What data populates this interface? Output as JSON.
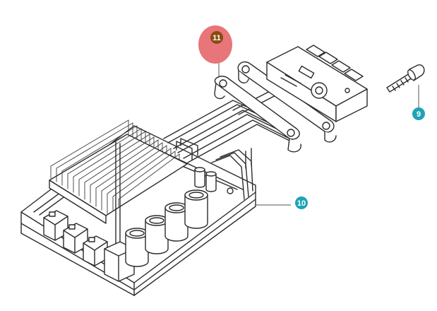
{
  "callouts": [
    {
      "label": "9",
      "color": "#1fa3b6"
    },
    {
      "label": "10",
      "color": "#1fa3b6"
    },
    {
      "label": "11",
      "color": "#8a4b12",
      "highlight_color": "#e8757a"
    }
  ]
}
